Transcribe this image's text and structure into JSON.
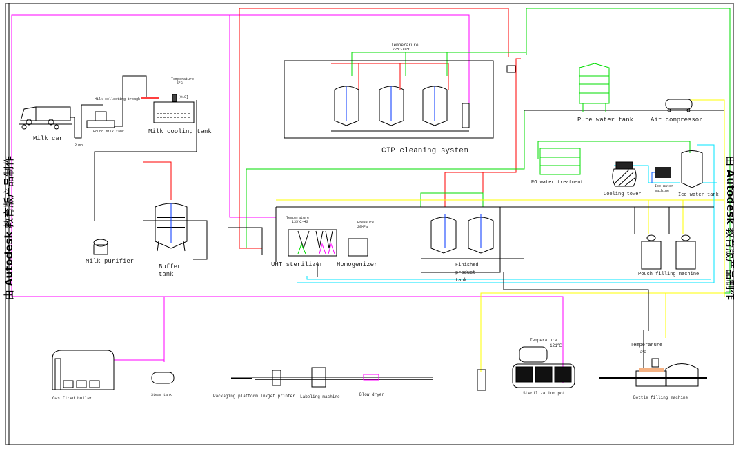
{
  "watermark": {
    "prefix": "由",
    "brand": "Autodesk",
    "suffix": "教育版产品制作"
  },
  "colors": {
    "steam": "#ff00ff",
    "cip_hot": "#ff0000",
    "pure_water": "#00dd00",
    "ice_water": "#00e5ff",
    "compressed_air": "#ffff00",
    "process": "#000000"
  },
  "equipment": {
    "milk_car": "Milk car",
    "pump": "Pump",
    "milk_collecting_trough": "Milk collecting trough",
    "pound_milk_tank": "Pound milk tank",
    "cooling_temp_label": "Temperature",
    "cooling_temp_value": "5°C",
    "cooling_tag": "[010]",
    "milk_cooling_tank": "Milk cooling tank",
    "milk_purifier": "Milk purifier",
    "buffer_tank_1": "Buffer",
    "buffer_tank_2": "tank",
    "cip_temp_label": "Temperarure",
    "cip_temp_value": "72℃-80℃",
    "cip_system": "CIP cleaning system",
    "pure_water_tank": "Pure water tank",
    "air_compressor": "Air compressor",
    "ro_water": "RO water treatment",
    "cooling_tower": "Cooling tower",
    "ice_machine_1": "Ice water",
    "ice_machine_2": "machine",
    "ice_water_tank": "Ice water tank",
    "uht_temp_label": "Temperature",
    "uht_temp_value": "135℃-4S",
    "pressure_label": "Pressure",
    "pressure_value": "20MPa",
    "uht_sterilizer": "UHT sterilizer",
    "homogenizer": "Homogenizer",
    "finished_1": "Finished",
    "finished_2": "product",
    "finished_3": "tank",
    "pouch_filling": "Pouch filling machine",
    "gas_boiler": "Gas fired boiler",
    "steam_tank": "Steam tank",
    "packaging_platform": "Packaging platform Inkjet printer",
    "labeling_machine": "Labeling machine",
    "blow_dryer": "Blow dryer",
    "steril_temp_label": "Temperature",
    "steril_temp_value": "121℃",
    "sterilization_pot": "Sterilization pot",
    "bottle_temp_label": "Temperarure",
    "bottle_temp_value": "2℃",
    "bottle_filling": "Bottle filling machine"
  }
}
